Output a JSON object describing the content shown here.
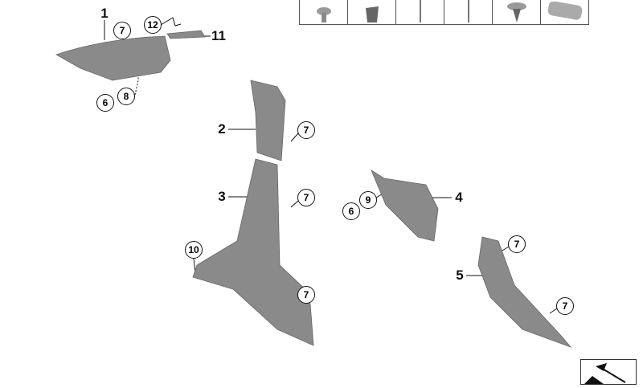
{
  "callouts": {
    "p1": "1",
    "p2": "2",
    "p3": "3",
    "p4": "4",
    "p5": "5",
    "p11": "11",
    "c7a": "7",
    "c12": "12",
    "c6a": "6",
    "c8": "8",
    "c7b": "7",
    "c7c": "7",
    "c10": "10",
    "c7d": "7",
    "c6b": "6",
    "c9": "9",
    "c7e": "7",
    "c7f": "7"
  },
  "fastener_table": {
    "icons": [
      "screw-icon",
      "clip-nut-icon",
      "pin-icon",
      "pin-icon",
      "push-rivet-icon",
      "airbag-badge-icon"
    ]
  },
  "colors": {
    "part": "#8a8a8a",
    "part_dark": "#6e6e6e",
    "line": "#111111"
  }
}
